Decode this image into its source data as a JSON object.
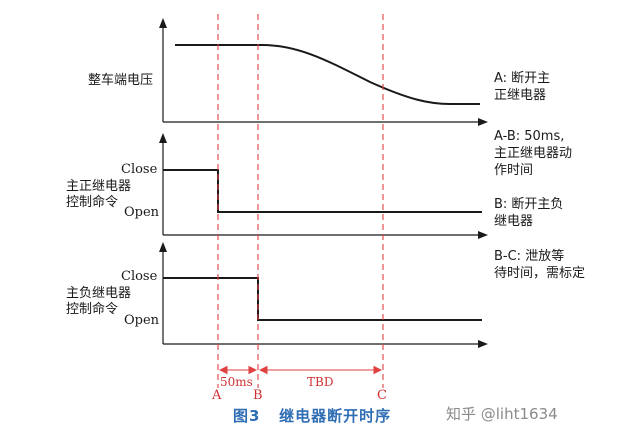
{
  "colors": {
    "axis": "#1a1a1a",
    "signal": "#1a1a1a",
    "marker": "#e04040",
    "caption": "#2f6db5",
    "watermark": "#8a8a8a"
  },
  "panels": {
    "vehicle_voltage": {
      "label": "整车端电压"
    },
    "pos_relay": {
      "label_line1": "主正继电器",
      "label_line2": "控制命令",
      "close": "Close",
      "open": "Open"
    },
    "neg_relay": {
      "label_line1": "主负继电器",
      "label_line2": "控制命令",
      "close": "Close",
      "open": "Open"
    }
  },
  "markers": {
    "a": "A",
    "b": "B",
    "c": "C"
  },
  "intervals": {
    "ab": "50ms",
    "bc": "TBD"
  },
  "notes": {
    "a": {
      "line1": "A: 断开主",
      "line2": "正继电器"
    },
    "ab": {
      "line1": "A-B: 50ms,",
      "line2": "主正继电器动",
      "line3": "作时间"
    },
    "b": {
      "line1": "B: 断开主负",
      "line2": "继电器"
    },
    "bc": {
      "line1": "B-C: 泄放等",
      "line2": "待时间，需标定"
    }
  },
  "caption": {
    "figure": "图3",
    "title": "继电器断开时序"
  },
  "watermark": "知乎 @liht1634"
}
